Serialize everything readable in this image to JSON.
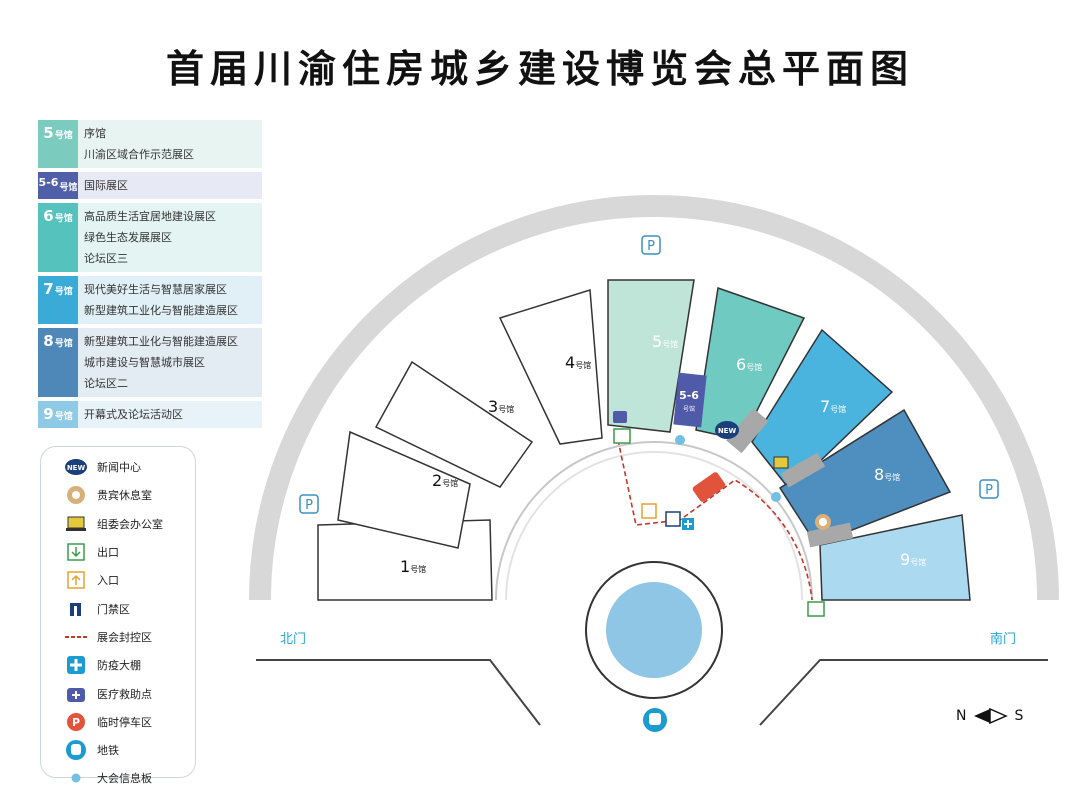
{
  "title": "首届川渝住房城乡建设博览会总平面图",
  "zones": [
    {
      "hall": "5",
      "suffix": "号馆",
      "color": "#7ccbbf",
      "bg": "#e8f4f1",
      "lines": [
        "序馆",
        "川渝区域合作示范展区"
      ]
    },
    {
      "hall": "5-6",
      "suffix": "号馆",
      "color": "#5060a8",
      "bg": "#e7e9f5",
      "lines": [
        "国际展区"
      ]
    },
    {
      "hall": "6",
      "suffix": "号馆",
      "color": "#56c2bd",
      "bg": "#e3f4f3",
      "lines": [
        "高品质生活宜居地建设展区",
        "绿色生态发展展区",
        "论坛区三"
      ]
    },
    {
      "hall": "7",
      "suffix": "号馆",
      "color": "#3aaad6",
      "bg": "#e1f0f7",
      "lines": [
        "现代美好生活与智慧居家展区",
        "新型建筑工业化与智能建造展区"
      ]
    },
    {
      "hall": "8",
      "suffix": "号馆",
      "color": "#4e88b8",
      "bg": "#e3ebf3",
      "lines": [
        "新型建筑工业化与智能建造展区",
        "城市建设与智慧城市展区",
        "论坛区二"
      ]
    },
    {
      "hall": "9",
      "suffix": "号馆",
      "color": "#8ec9e6",
      "bg": "#e8f3f9",
      "lines": [
        "开幕式及论坛活动区"
      ]
    }
  ],
  "legend": [
    {
      "icon": "new-icon",
      "label": "新闻中心"
    },
    {
      "icon": "vip-lounge-icon",
      "label": "贵宾休息室"
    },
    {
      "icon": "office-icon",
      "label": "组委会办公室"
    },
    {
      "icon": "exit-icon",
      "label": "出口"
    },
    {
      "icon": "entrance-icon",
      "label": "入口"
    },
    {
      "icon": "gate-icon",
      "label": "门禁区"
    },
    {
      "icon": "dashed-line-icon",
      "label": "展会封控区"
    },
    {
      "icon": "epidemic-tent-icon",
      "label": "防疫大棚"
    },
    {
      "icon": "medical-icon",
      "label": "医疗救助点"
    },
    {
      "icon": "parking-icon",
      "label": "临时停车区"
    },
    {
      "icon": "metro-icon",
      "label": "地铁"
    },
    {
      "icon": "info-board-icon",
      "label": "大会信息板"
    }
  ],
  "halls": [
    {
      "num": "1",
      "suffix": "号馆"
    },
    {
      "num": "2",
      "suffix": "号馆"
    },
    {
      "num": "3",
      "suffix": "号馆"
    },
    {
      "num": "4",
      "suffix": "号馆"
    },
    {
      "num": "5",
      "suffix": "号馆"
    },
    {
      "num": "6",
      "suffix": "号馆"
    },
    {
      "num": "7",
      "suffix": "号馆"
    },
    {
      "num": "8",
      "suffix": "号馆"
    },
    {
      "num": "9",
      "suffix": "号馆"
    }
  ],
  "intl_hall": {
    "num": "5-6",
    "suffix": "号馆"
  },
  "gates": {
    "north": "北门",
    "south": "南门"
  },
  "compass": {
    "n": "N",
    "s": "S"
  },
  "parking_label": "P",
  "new_label": "NEW",
  "colors": {
    "hall5": "#bfe5d8",
    "hall6": "#6fcac2",
    "hall7": "#4ab4df",
    "hall8": "#4f8fbf",
    "hall9": "#abd9ef",
    "ring": "#d6d6d6",
    "plaza": "#8fc6e6",
    "accent": "#1b9bd0"
  }
}
